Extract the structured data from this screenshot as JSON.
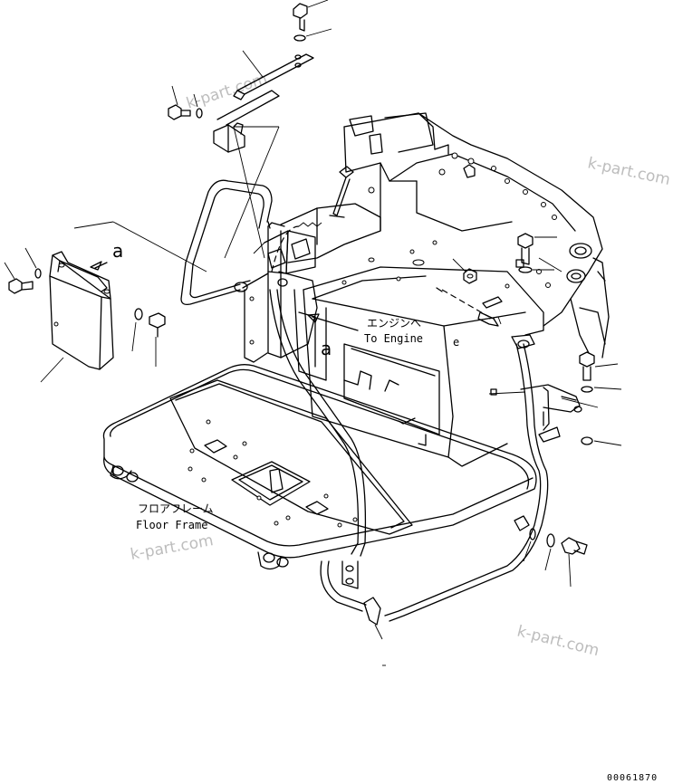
{
  "labels": {
    "engine_jp": "エンジンへ",
    "engine_en": "To Engine",
    "floor_jp": "フロアフレーム",
    "floor_en": "Floor Frame",
    "ref_a": "a",
    "ref_e": "e"
  },
  "watermarks": [
    "k-part.com",
    "k-part.com",
    "k-part.com",
    "k-part.com"
  ],
  "drawing_code": "00061870"
}
